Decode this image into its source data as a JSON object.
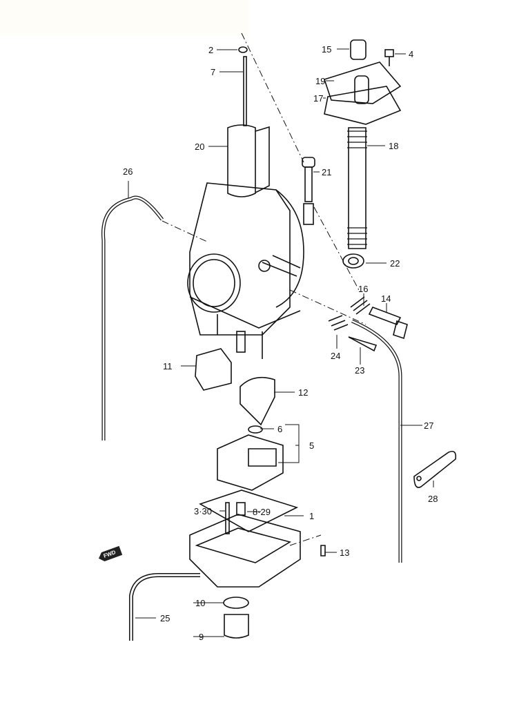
{
  "diagram": {
    "title": "Carburetor exploded parts diagram",
    "direction_badge": "FWD",
    "callouts": [
      "2",
      "7",
      "20",
      "21",
      "15",
      "4",
      "19",
      "17",
      "18",
      "22",
      "16",
      "14",
      "26",
      "11",
      "12",
      "24",
      "23",
      "27",
      "6",
      "5",
      "28",
      "3·30",
      "8·29",
      "1",
      "13",
      "10",
      "25",
      "9"
    ]
  }
}
